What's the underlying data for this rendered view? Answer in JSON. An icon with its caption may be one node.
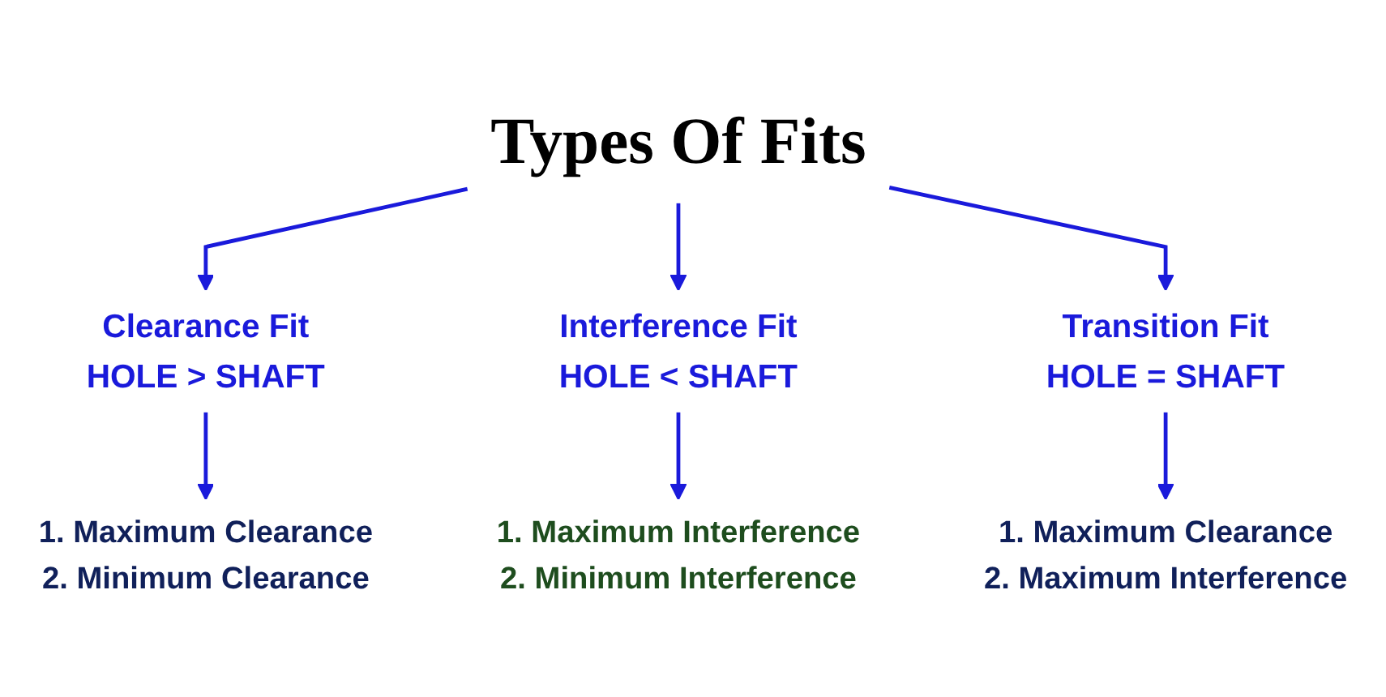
{
  "diagram": {
    "nodes": [
      {
        "text": [
          "Types Of Fits"
        ]
      },
      {
        "text": [
          "Clearance Fit",
          "HOLE > SHAFT"
        ]
      },
      {
        "text": [
          "Interference Fit",
          "HOLE < SHAFT"
        ]
      },
      {
        "text": [
          "Transition Fit",
          "HOLE = SHAFT"
        ]
      },
      {
        "text": [
          "1. Maximum Interference",
          "2. Minimum Interference"
        ]
      },
      {
        "text": [
          "1. Maximum Clearance",
          "2. Minimum Clearance"
        ]
      },
      {
        "text": [
          "1. Maximum Clearance",
          "2. Maximum Interference"
        ]
      }
    ],
    "edges": [
      {
        "from": 0,
        "to": 1,
        "arrow": "to"
      },
      {
        "from": 0,
        "to": 2,
        "arrow": "to"
      },
      {
        "from": 0,
        "to": 3,
        "arrow": "to"
      },
      {
        "from": 2,
        "to": 4,
        "arrow": "to"
      },
      {
        "from": 1,
        "to": 5,
        "arrow": "to"
      },
      {
        "from": 3,
        "to": 6,
        "arrow": "to"
      }
    ]
  }
}
